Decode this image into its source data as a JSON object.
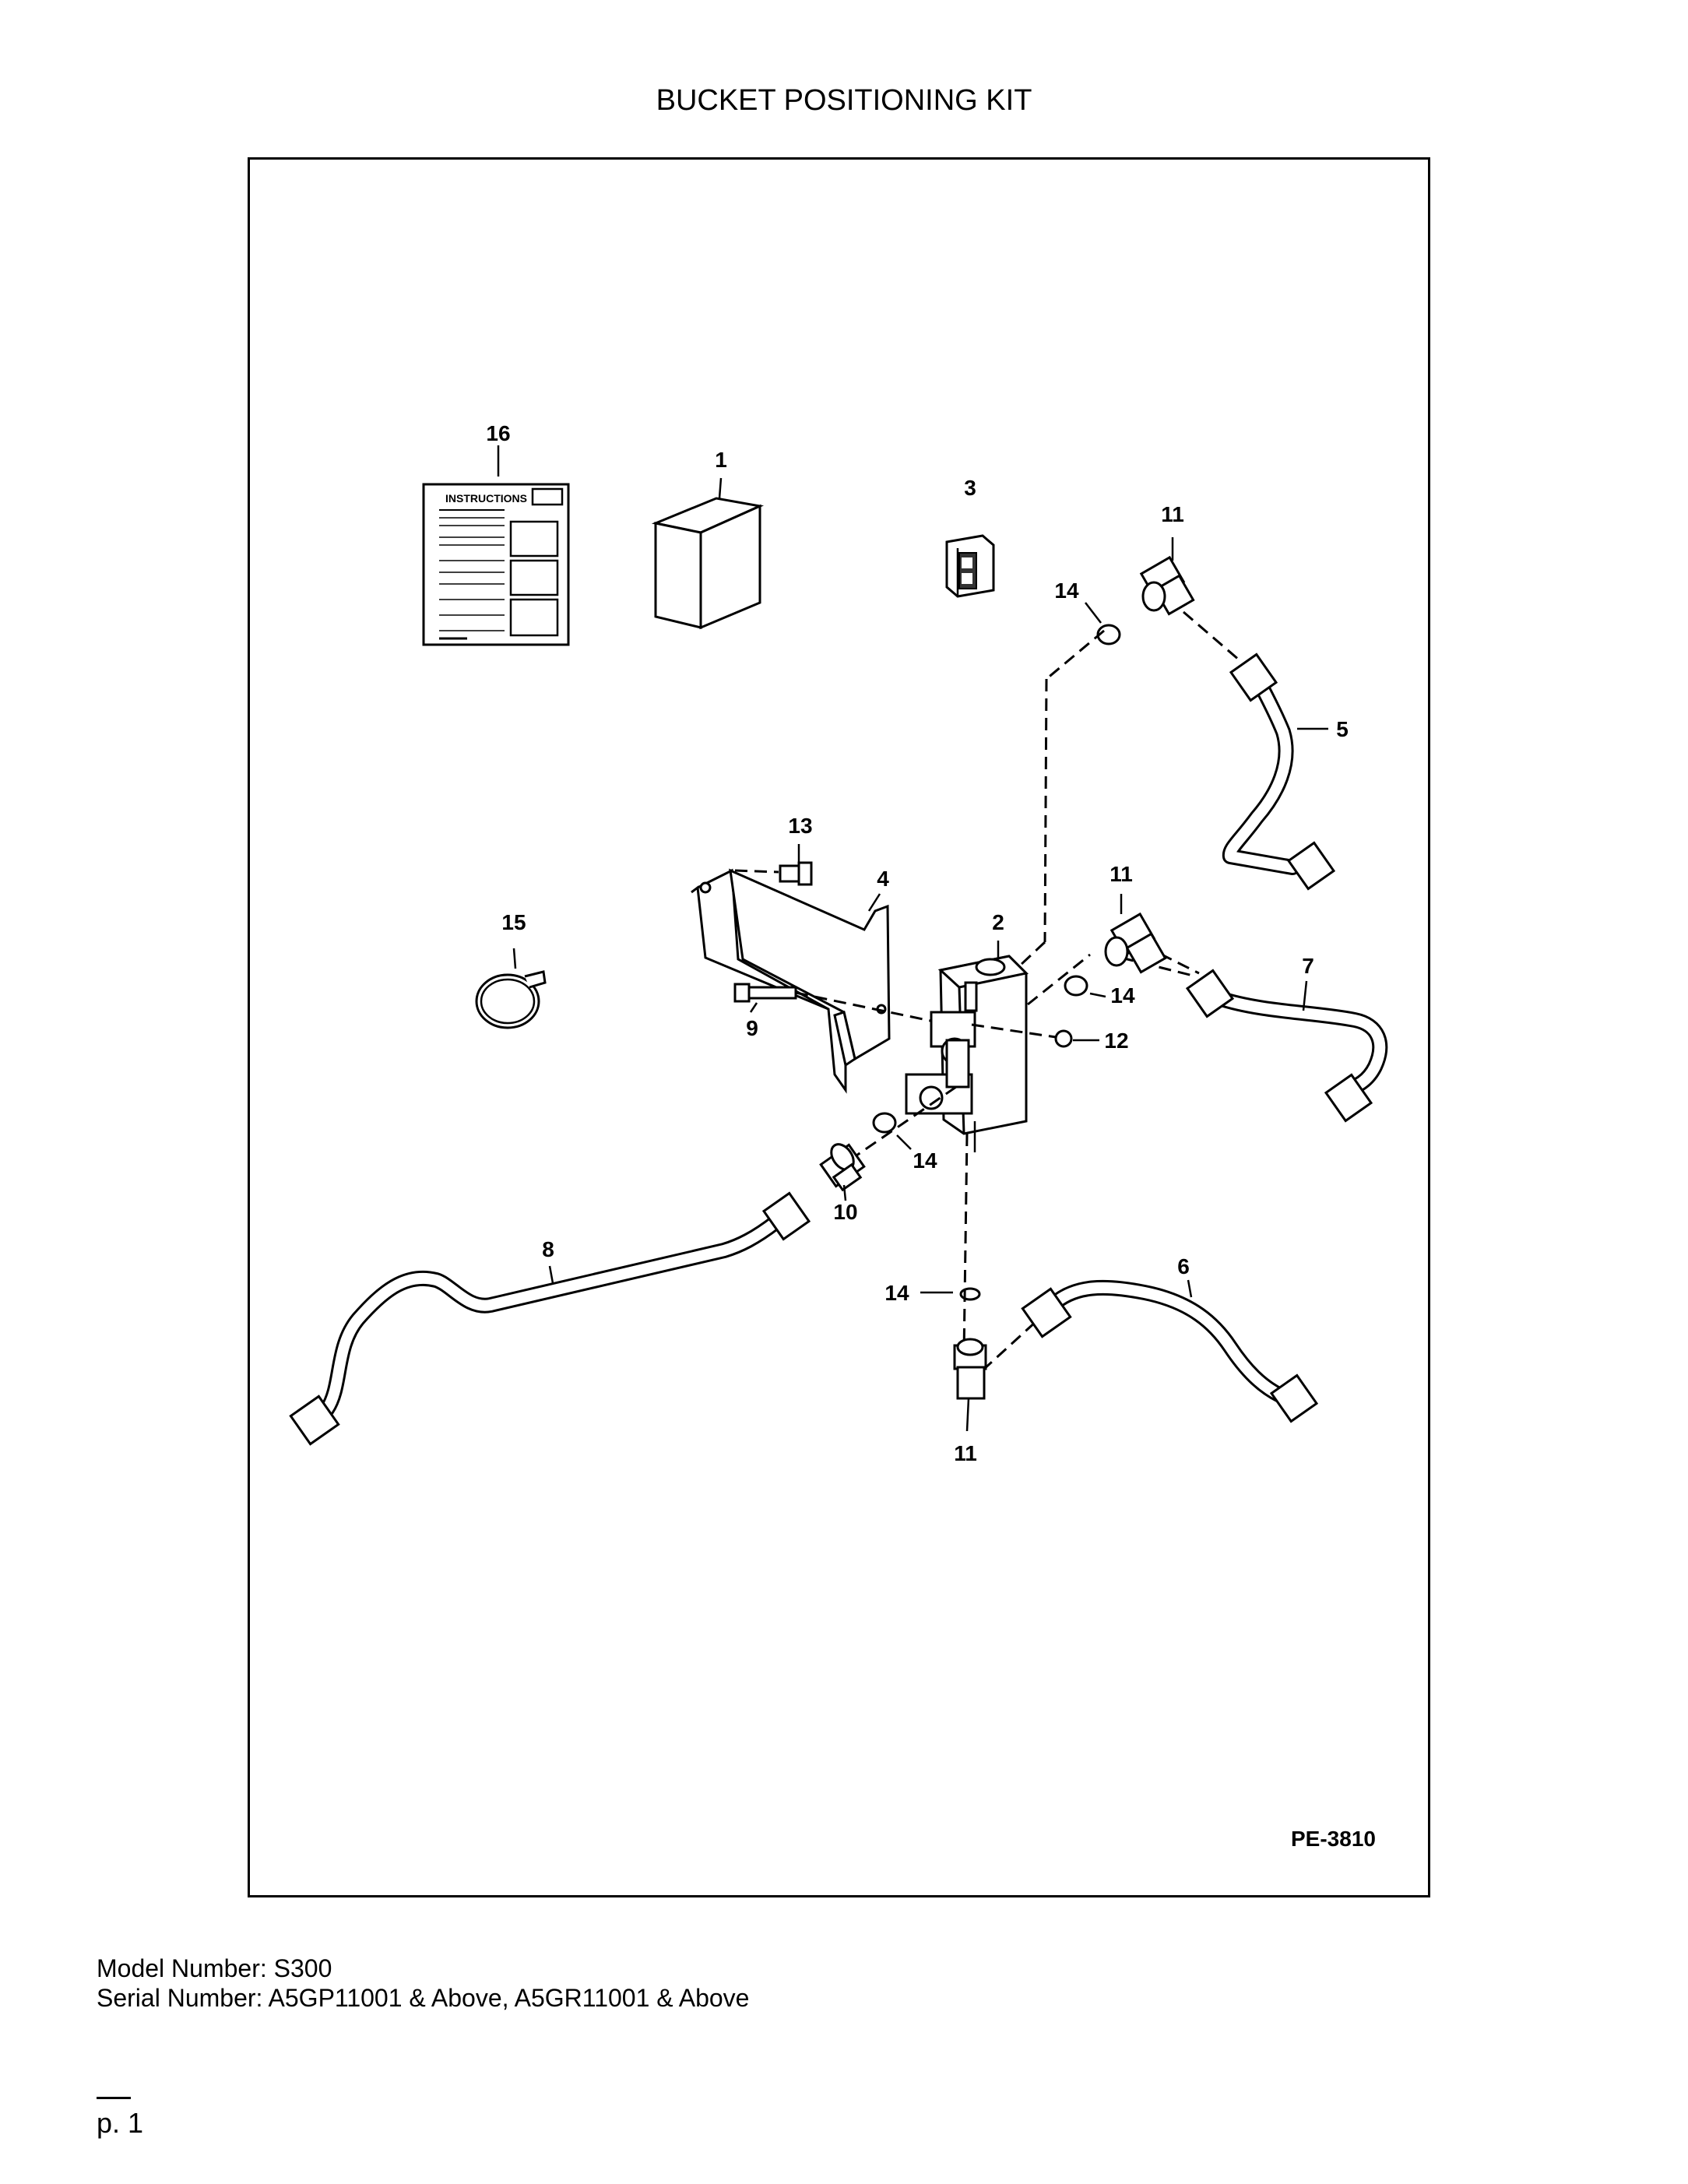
{
  "title": "BUCKET POSITIONING KIT",
  "drawing_code": "PE-3810",
  "instructions_label": "INSTRUCTIONS",
  "callouts": {
    "c1": "1",
    "c2": "2",
    "c3": "3",
    "c4": "4",
    "c5": "5",
    "c6": "6",
    "c7": "7",
    "c8": "8",
    "c9": "9",
    "c10": "10",
    "c11a": "11",
    "c11b": "11",
    "c11c": "11",
    "c12": "12",
    "c13": "13",
    "c14a": "14",
    "c14b": "14",
    "c14c": "14",
    "c14d": "14",
    "c15": "15",
    "c16": "16"
  },
  "model_number": "Model Number: S300",
  "serial_number": "Serial Number: A5GP11001 & Above, A5GR11001 & Above",
  "page_label": "p. 1"
}
